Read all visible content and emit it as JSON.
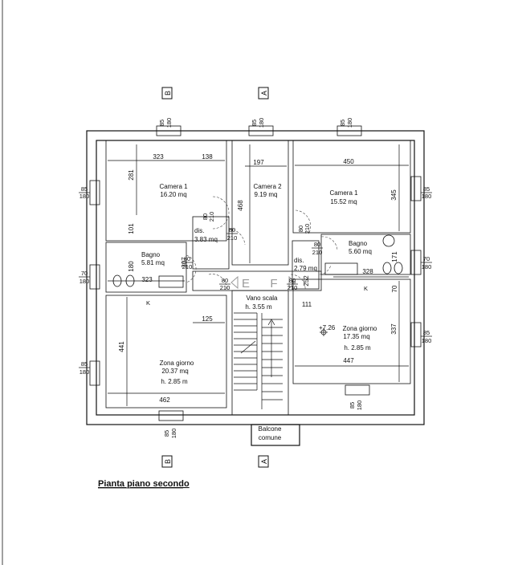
{
  "caption": "Pianta piano secondo",
  "sections": {
    "top_b": "B",
    "top_a": "A",
    "bottom_b": "B",
    "bottom_a": "A",
    "mid_e": "E",
    "mid_f": "F"
  },
  "rooms": [
    {
      "id": "camera1_w",
      "name": "Camera 1",
      "area": "16.20 mq",
      "height": ""
    },
    {
      "id": "camera2",
      "name": "Camera 2",
      "area": "9.19 mq",
      "height": ""
    },
    {
      "id": "camera1_e",
      "name": "Camera 1",
      "area": "15.52 mq",
      "height": ""
    },
    {
      "id": "dis_w",
      "name": "dis.",
      "area": "3.83 mq",
      "height": ""
    },
    {
      "id": "dis_e",
      "name": "dis.",
      "area": "2.79 mq",
      "height": ""
    },
    {
      "id": "bagno_w",
      "name": "Bagno",
      "area": "5.81 mq",
      "height": ""
    },
    {
      "id": "bagno_e",
      "name": "Bagno",
      "area": "5.60 mq",
      "height": ""
    },
    {
      "id": "vano",
      "name": "Vano scala",
      "area": "",
      "height": "h. 3.55 m"
    },
    {
      "id": "zona_w",
      "name": "Zona giorno",
      "area": "20.37 mq",
      "height": "h. 2.85 m"
    },
    {
      "id": "zona_e",
      "name": "Zona giorno",
      "area": "17.35 mq",
      "height": "h. 2.85 m"
    },
    {
      "id": "balcone",
      "name": "Balcone",
      "area": "comune",
      "height": ""
    }
  ],
  "dimensions": {
    "d323a": "323",
    "d138": "138",
    "d197": "197",
    "d450": "450",
    "d281": "281",
    "d468": "468",
    "d345": "345",
    "d101": "101",
    "d180": "180",
    "d307": "307",
    "d323b": "323",
    "d328": "328",
    "d171": "171",
    "d252": "252",
    "d111": "111",
    "d125": "125",
    "d441": "441",
    "d462": "462",
    "d447": "447",
    "d337": "337",
    "d70": "70"
  },
  "door_labels": [
    {
      "w": "80",
      "h": "210"
    },
    {
      "w": "80",
      "h": "210"
    },
    {
      "w": "80",
      "h": "210"
    },
    {
      "w": "80",
      "h": "210"
    },
    {
      "w": "80",
      "h": "210"
    },
    {
      "w": "80",
      "h": "210"
    },
    {
      "w": "80",
      "h": "210"
    },
    {
      "w": "80",
      "h": "210"
    }
  ],
  "window_labels": [
    {
      "w": "85",
      "h": "180"
    },
    {
      "w": "85",
      "h": "180"
    },
    {
      "w": "85",
      "h": "180"
    },
    {
      "w": "85",
      "h": "180"
    },
    {
      "w": "85",
      "h": "180"
    },
    {
      "w": "70",
      "h": "180"
    },
    {
      "w": "70",
      "h": "180"
    },
    {
      "w": "85",
      "h": "180"
    },
    {
      "w": "85",
      "h": "180"
    },
    {
      "w": "85",
      "h": "180"
    },
    {
      "w": "85",
      "h": "180"
    }
  ],
  "marks": {
    "k1": "K",
    "k2": "K",
    "level": "+7.26"
  }
}
